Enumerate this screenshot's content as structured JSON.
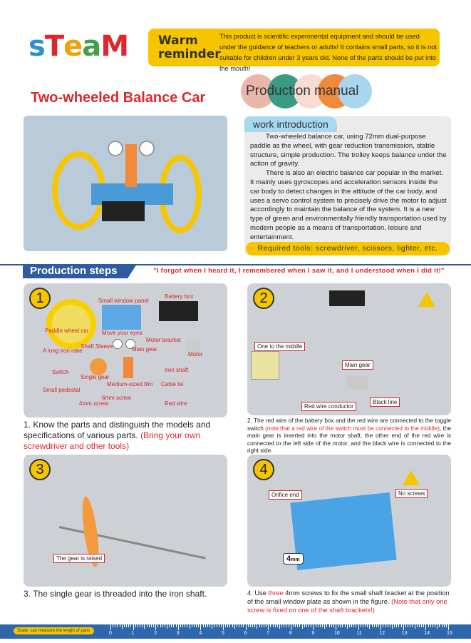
{
  "logo": "sTeaM",
  "reminder": {
    "title": "Warm reminder",
    "text": "This product is scientific experimental equipment and should be used under the guidance of teachers or adults! It contains small parts, so it is not suitable for children under 3 years old. None of the parts should be put into the mouth!"
  },
  "title": "Two-wheeled Balance Car",
  "manual_label": "Production manual",
  "intro": {
    "heading": "work introduction",
    "p1": "Two-wheeled balance car, using 72mm dual-purpose paddle as the wheel, with gear reduction transmission, stable structure, simple production. The trolley keeps balance under the action of gravity.",
    "p2": "There is also an electric balance car popular in the market. It mainly uses gyroscopes and acceleration sensors inside the car body to detect changes in the attitude of the car body, and uses a servo control system to precisely drive the motor to adjust accordingly to maintain the balance of the system. It is a new type of green and environmentally friendly transportation used by modern people as a means of transportation, leisure and entertainment.",
    "tools": "Required tools: screwdriver, scissors, lighter, etc."
  },
  "steps_heading": "Production steps",
  "quote": "\"I forgot when I heard it, I remembered when I saw it, and I understood when I did it!\"",
  "step1": {
    "num": "1",
    "parts": [
      "Small window panel",
      "Battery box",
      "Paddle wheel car",
      "Move your eyes",
      "Motor bracket",
      "Shaft Sleeve",
      "Main gear",
      "Motor",
      "A long iron rake",
      "Switch",
      "Single gear",
      "Iron shaft",
      "Medium-sized film",
      "Cable tie",
      "Small pedestal",
      "6mm screw",
      "4mm screw",
      "Red wire"
    ],
    "caption": "1. Know the parts and distinguish the models and specifications of various parts.",
    "caption_note": "(Bring your own screwdriver and other tools)"
  },
  "step2": {
    "num": "2",
    "labels": [
      "One to the middle",
      "Main gear",
      "Red wire conductor",
      "Black line"
    ],
    "caption_a": "2. The red wire of the battery box and the red wire are connected to the toggle switch ",
    "caption_note": "(note that a red wire of the switch must be connected to the middle)",
    "caption_b": ", the main gear is inserted into the motor shaft, the other end of the red wire is connected to the left side of the motor, and the black wire is connected to the right side."
  },
  "step3": {
    "num": "3",
    "label": "The gear is raised",
    "caption": "3. The single gear is threaded into the iron shaft."
  },
  "step4": {
    "num": "4",
    "labels": [
      "Orifice end",
      "No screws"
    ],
    "screw": "4",
    "screw_unit": "mm",
    "caption_a": "4. Use ",
    "caption_three": "three",
    "caption_b": " 4mm screws to fix the small shaft bracket at the position of the small window plate as shown in the figure. ",
    "caption_note": "(Note that only one screw is fixed on one of the shaft brackets!)"
  },
  "ruler": {
    "label": "Scale: can measure the length of parts",
    "numbers": [
      "0",
      "1",
      "2",
      "3",
      "4",
      "5",
      "6",
      "7",
      "8",
      "9",
      "10",
      "11",
      "12",
      "13",
      "14",
      "15"
    ]
  },
  "colors": {
    "yellow": "#f6c500",
    "blue": "#2f5c9e",
    "red": "#e0262a"
  }
}
